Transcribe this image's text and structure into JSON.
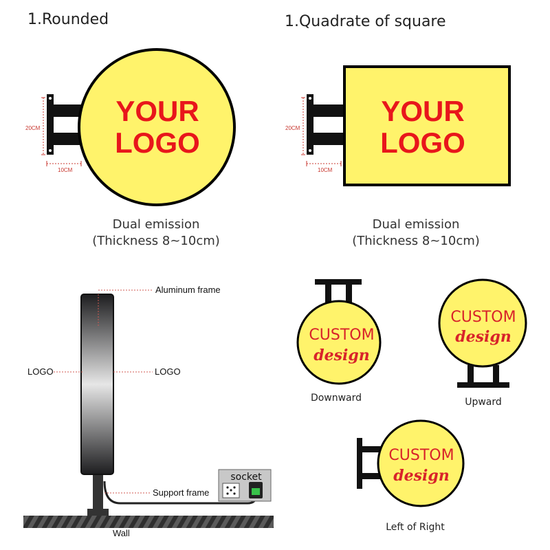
{
  "colors": {
    "sign_fill": "#fff36b",
    "logo_red": "#e8161b",
    "custom_red": "#d8232a",
    "outline": "#000000",
    "dim_red": "#c8372f",
    "leader_red": "#d05a50"
  },
  "sections": {
    "rounded_title": "1.Rounded",
    "square_title": "1.Quadrate of square"
  },
  "signs": {
    "rounded": {
      "line1": "YOUR",
      "line2": "LOGO"
    },
    "square": {
      "line1": "YOUR",
      "line2": "LOGO"
    }
  },
  "dimensions": {
    "height": "20CM",
    "width": "10CM"
  },
  "captions": {
    "rounded_line1": "Dual emission",
    "rounded_line2": "(Thickness 8~10cm)",
    "square_line1": "Dual emission",
    "square_line2": "(Thickness 8~10cm)"
  },
  "cross_section": {
    "aluminum_frame": "Aluminum frame",
    "logo_left": "LOGO",
    "logo_right": "LOGO",
    "support_frame": "Support frame",
    "socket": "socket",
    "wall": "Wall"
  },
  "mounting": {
    "downward": {
      "line1": "CUSTOM",
      "line2": "design",
      "caption": "Downward"
    },
    "upward": {
      "line1": "CUSTOM",
      "line2": "design",
      "caption": "Upward"
    },
    "side": {
      "line1": "CUSTOM",
      "line2": "design",
      "caption": "Left of Right"
    }
  }
}
